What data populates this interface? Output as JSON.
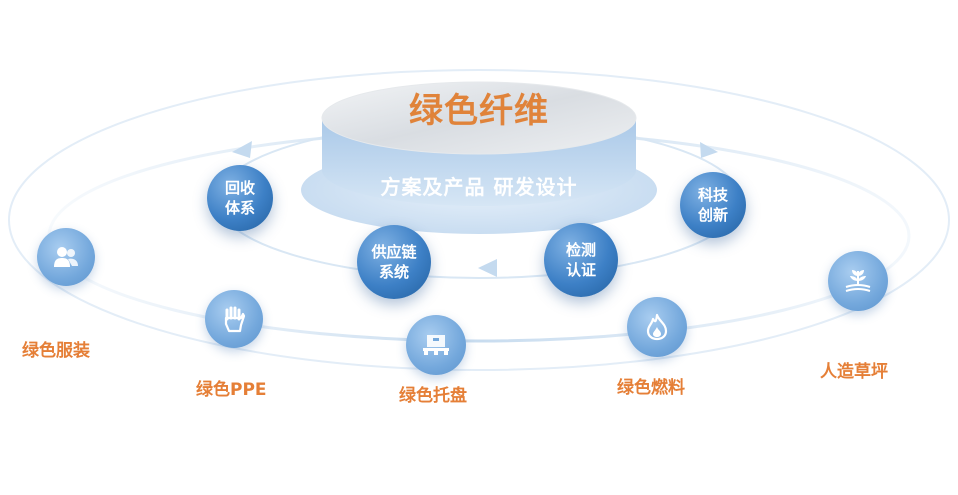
{
  "title": "绿色纤维",
  "subtitle": "方案及产品 研发设计",
  "inner_bubbles": [
    {
      "id": "recycle",
      "line1": "回收",
      "line2": "体系"
    },
    {
      "id": "supply",
      "line1": "供应链",
      "line2": "系统"
    },
    {
      "id": "testing",
      "line1": "检测",
      "line2": "认证"
    },
    {
      "id": "tech",
      "line1": "科技",
      "line2": "创新"
    }
  ],
  "outer_nodes": [
    {
      "id": "apparel",
      "label": "绿色服装",
      "icon": "people-icon"
    },
    {
      "id": "ppe",
      "label": "绿色PPE",
      "icon": "glove-icon"
    },
    {
      "id": "pallet",
      "label": "绿色托盘",
      "icon": "pallet-icon"
    },
    {
      "id": "fuel",
      "label": "绿色燃料",
      "icon": "flame-icon"
    },
    {
      "id": "turf",
      "label": "人造草坪",
      "icon": "turf-icon"
    }
  ],
  "colors": {
    "accent": "#e0833a",
    "bubble": "#3d80c6",
    "node": "#74a8dc",
    "ring": "#cfe1f2",
    "arrow": "#c4daef"
  }
}
